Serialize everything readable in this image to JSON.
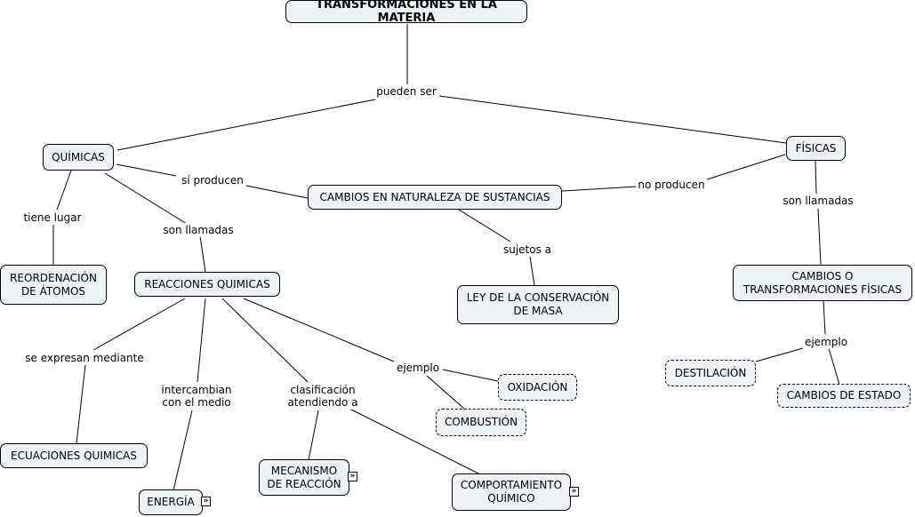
{
  "nodes": {
    "root": "TRANSFORMACIONES EN LA MATERIA",
    "quimicas": "QUÍMICAS",
    "fisicas": "FÍSICAS",
    "cambios_naturaleza": "CAMBIOS EN NATURALEZA DE SUSTANCIAS",
    "reordenacion": [
      "REORDENACIÓN",
      "DE ÁTOMOS"
    ],
    "reacciones": "REACCIONES QUIMICAS",
    "ley": [
      "LEY DE LA CONSERVACIÓN",
      "DE MASA"
    ],
    "cambios_fisicos": [
      "CAMBIOS O",
      "TRANSFORMACIONES FÍSICAS"
    ],
    "ecuaciones": "ECUACIONES QUIMICAS",
    "energia": "ENERGÍA",
    "mecanismo": [
      "MECANISMO",
      "DE REACCIÓN"
    ],
    "comportamiento": [
      "COMPORTAMIENTO",
      "QUÍMICO"
    ],
    "oxidacion": "OXIDACIÓN",
    "combustion": "COMBUSTIÓN",
    "destilacion": "DESTILACIÓN",
    "cambios_estado": "CAMBIOS DE ESTADO"
  },
  "links": {
    "pueden_ser": "pueden ser",
    "si_producen": "sí producen",
    "no_producen": "no producen",
    "tiene_lugar": "tiene lugar",
    "son_llamadas_q": "son llamadas",
    "sujetos_a": "sujetos a",
    "son_llamadas_f": "son llamadas",
    "se_expresan": "se expresan mediante",
    "intercambian": [
      "intercambian",
      "con el medio"
    ],
    "clasificacion": [
      "clasificación",
      "atendiendo a"
    ],
    "ejemplo_q": "ejemplo",
    "ejemplo_f": "ejemplo"
  },
  "expand_icon": "double-chevron-right-icon"
}
